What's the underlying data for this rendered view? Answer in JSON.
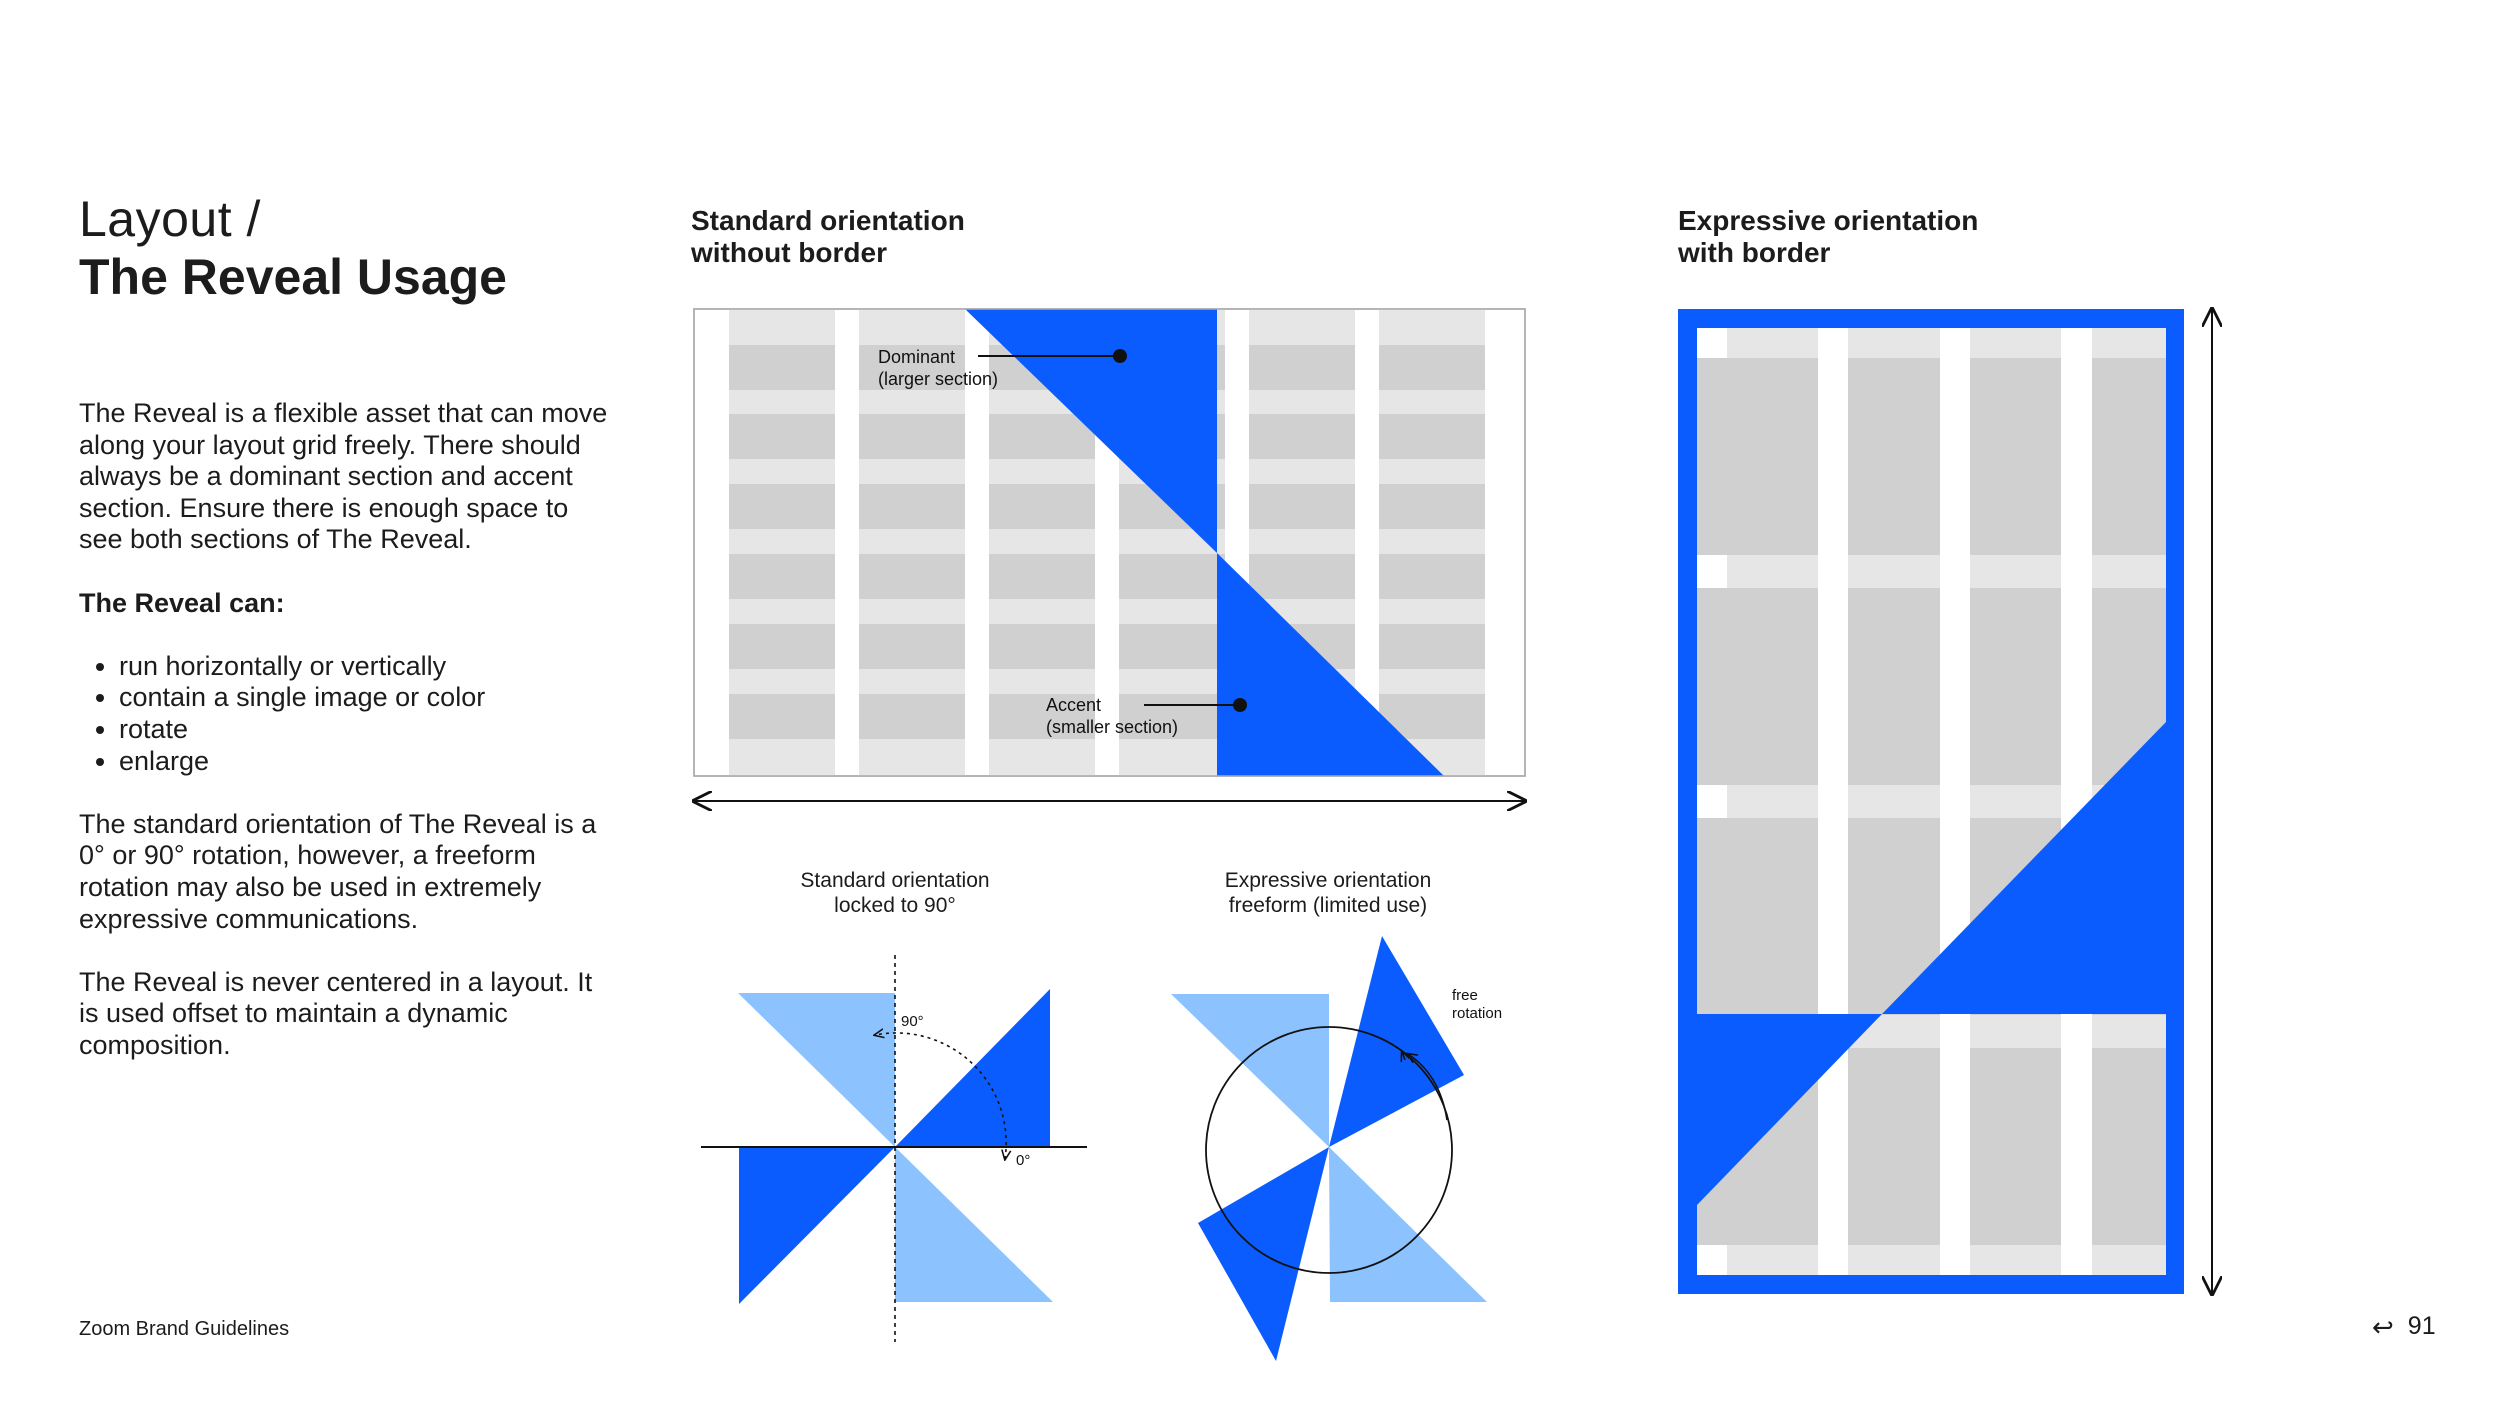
{
  "header": {
    "title_line1": "Layout /",
    "title_line2": "The Reveal Usage"
  },
  "body": {
    "paragraph1": "The Reveal is a flexible asset that can move along your layout grid freely. There should always be a dominant section and accent section. Ensure there is enough space to see both sections of The Reveal.",
    "can_heading": "The Reveal can:",
    "bullets": [
      "run horizontally or vertically",
      "contain a single image or color",
      "rotate",
      "enlarge"
    ],
    "paragraph2": "The standard orientation of The Reveal is a 0° or 90° rotation, however, a freeform rotation may also be used in extremely expressive communications.",
    "paragraph3": "The Reveal is never centered in a layout. It is used offset to maintain a dynamic composition."
  },
  "standard_section": {
    "heading_line1": "Standard orientation",
    "heading_line2": "without border",
    "dominant_label_line1": "Dominant",
    "dominant_label_line2": "(larger section)",
    "accent_label_line1": "Accent",
    "accent_label_line2": "(smaller section)"
  },
  "rotation_standard": {
    "caption_line1": "Standard orientation",
    "caption_line2": "locked to 90°",
    "angle_90": "90°",
    "angle_0": "0°"
  },
  "rotation_expressive": {
    "caption_line1": "Expressive orientation",
    "caption_line2": "freeform (limited use)",
    "free_label_line1": "free",
    "free_label_line2": "rotation"
  },
  "expressive_section": {
    "heading_line1": "Expressive orientation",
    "heading_line2": "with border"
  },
  "footer": {
    "brand": "Zoom Brand Guidelines",
    "return_icon": "return-arrow-icon",
    "page_number": "91"
  },
  "colors": {
    "blue": "#0b5cff",
    "light_blue": "#8cc3ff",
    "grid_light": "#e6e6e6",
    "grid_dark": "#d0d0d0"
  }
}
